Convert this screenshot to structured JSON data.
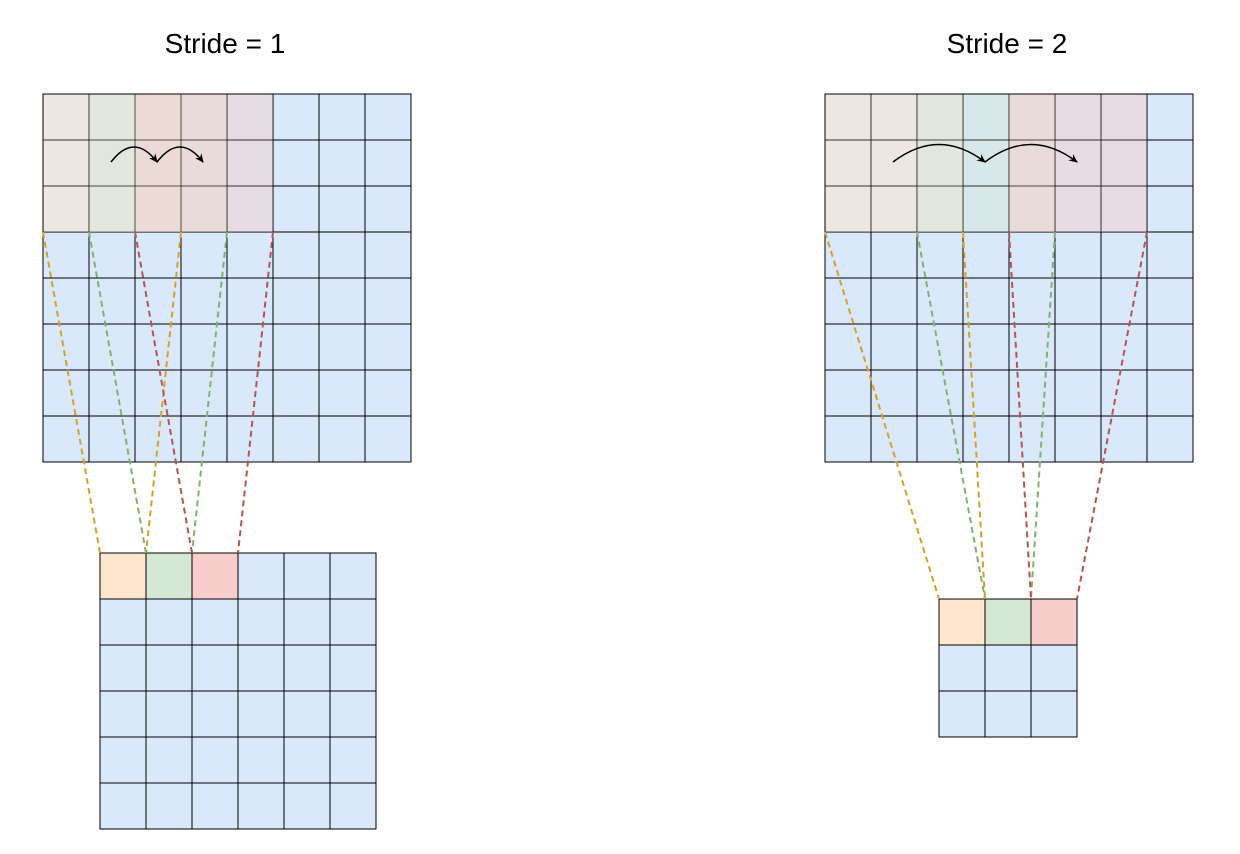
{
  "panels": [
    {
      "title": "Stride = 1",
      "stride": 1,
      "input_size": 8,
      "kernel_size": 3,
      "output_size": 6,
      "highlighted_output_cells": 3
    },
    {
      "title": "Stride = 2",
      "stride": 2,
      "input_size": 8,
      "kernel_size": 3,
      "output_size": 3,
      "highlighted_output_cells": 3
    }
  ],
  "colors": {
    "grid_fill": "#dae8fc",
    "grid_stroke": "#000000",
    "window_1": "#ffe6cc",
    "window_2": "#d5e8d4",
    "window_3": "#f8cecc",
    "line_1": "#d6a12a",
    "line_2": "#82b366",
    "line_3": "#b85450",
    "arrow": "#000000"
  }
}
